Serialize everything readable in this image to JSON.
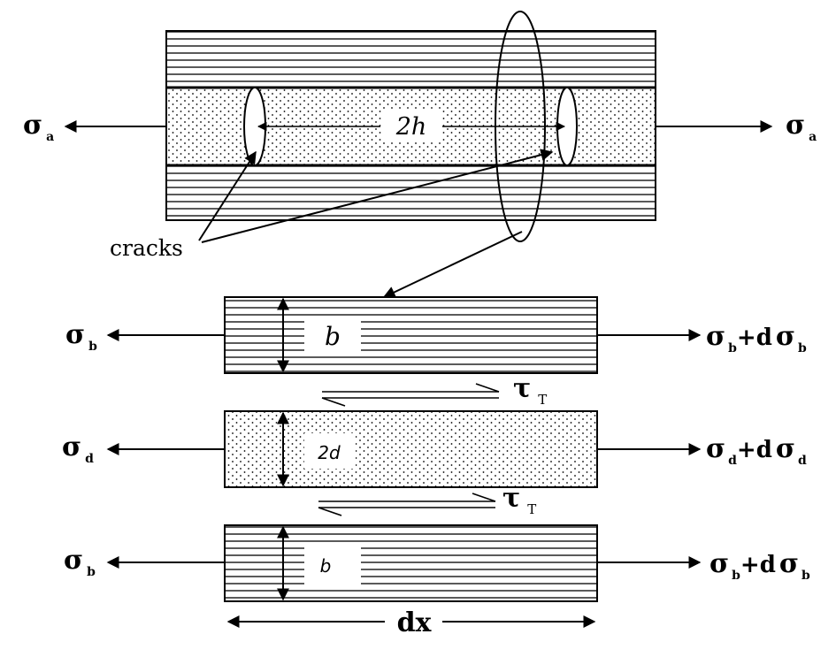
{
  "top": {
    "sigma_left": "σ",
    "sigma_left_sub": "a",
    "sigma_right": "σ",
    "sigma_right_sub": "a",
    "crack_spacing": "2h",
    "cracks_label": "cracks"
  },
  "element": {
    "upper": {
      "thickness": "b",
      "sigma_left": "σ",
      "sigma_left_sub": "b",
      "sigma_right": "σ",
      "sigma_right_sub": "b",
      "sigma_right_plus": "+d",
      "sigma_right_2": "σ",
      "sigma_right_sub_2": "b"
    },
    "shear_upper": {
      "tau": "τ",
      "tau_sub": "T"
    },
    "middle": {
      "thickness": "2d",
      "sigma_left": "σ",
      "sigma_left_sub": "d",
      "sigma_right": "σ",
      "sigma_right_sub": "d",
      "sigma_right_plus": "+d",
      "sigma_right_2": "σ",
      "sigma_right_sub_2": "d"
    },
    "shear_lower": {
      "tau": "τ",
      "tau_sub": "T"
    },
    "lower": {
      "thickness": "b",
      "sigma_left": "σ",
      "sigma_left_sub": "b",
      "sigma_right": "σ",
      "sigma_right_sub": "b",
      "sigma_right_plus": "+d",
      "sigma_right_2": "σ",
      "sigma_right_sub_2": "b"
    },
    "length": "dx"
  }
}
